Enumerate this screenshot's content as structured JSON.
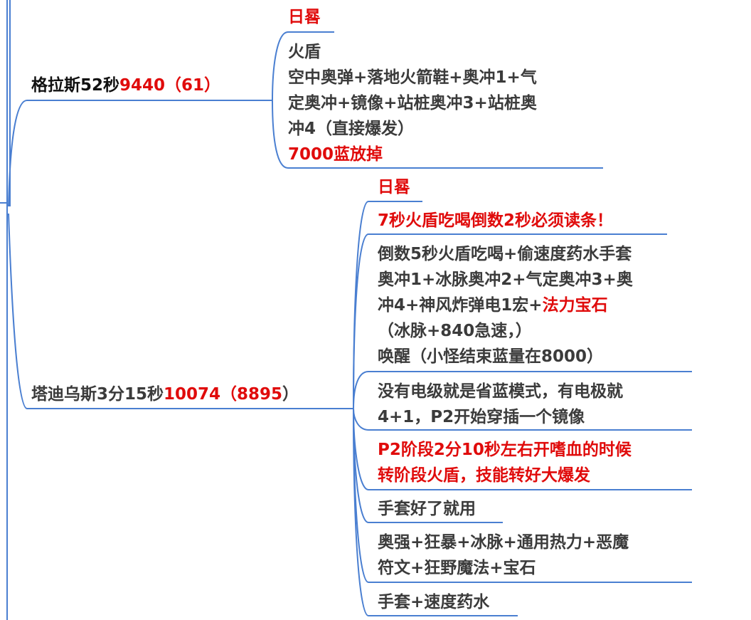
{
  "mindmap": {
    "line_color": "#4a7fd1",
    "text_color": "#3b3b3b",
    "highlight_color": "#e00b0b",
    "topics": [
      {
        "name_prefix": "格拉斯52秒",
        "name_highlight": "9440（61）",
        "name_suffix": "",
        "children": [
          {
            "lines": [
              {
                "segments": [
                  {
                    "text": "日晷",
                    "color": "red"
                  }
                ]
              }
            ]
          },
          {
            "lines": [
              {
                "segments": [
                  {
                    "text": "火盾",
                    "color": "dark"
                  }
                ]
              },
              {
                "segments": [
                  {
                    "text": "空中奥弹+落地火箭鞋+奥冲1+气",
                    "color": "dark"
                  }
                ]
              },
              {
                "segments": [
                  {
                    "text": "定奥冲+镜像+站桩奥冲3+站桩奥",
                    "color": "dark"
                  }
                ]
              },
              {
                "segments": [
                  {
                    "text": "冲4（直接爆发）",
                    "color": "dark"
                  }
                ]
              },
              {
                "segments": [
                  {
                    "text": "7000蓝放掉",
                    "color": "red"
                  }
                ]
              }
            ]
          }
        ]
      },
      {
        "name_prefix": "塔迪乌斯3分15秒",
        "name_highlight": "10074（8895",
        "name_suffix": "）",
        "children": [
          {
            "lines": [
              {
                "segments": [
                  {
                    "text": "日晷",
                    "color": "red"
                  }
                ]
              }
            ]
          },
          {
            "lines": [
              {
                "segments": [
                  {
                    "text": "7秒火盾吃喝倒数2秒必须读条！",
                    "color": "red"
                  }
                ]
              }
            ]
          },
          {
            "lines": [
              {
                "segments": [
                  {
                    "text": "倒数5秒火盾吃喝+偷速度药水手套",
                    "color": "dark"
                  }
                ]
              },
              {
                "segments": [
                  {
                    "text": "奥冲1+冰脉奥冲2+气定奥冲3+奥",
                    "color": "dark"
                  }
                ]
              },
              {
                "segments": [
                  {
                    "text": "冲4+神风炸弹电1宏+",
                    "color": "dark"
                  },
                  {
                    "text": "法力宝石",
                    "color": "red"
                  }
                ]
              },
              {
                "segments": [
                  {
                    "text": "（冰脉+840急速，）",
                    "color": "dark"
                  }
                ]
              },
              {
                "segments": [
                  {
                    "text": "唤醒（小怪结束蓝量在8000）",
                    "color": "dark"
                  }
                ]
              }
            ]
          },
          {
            "lines": [
              {
                "segments": [
                  {
                    "text": "没有电级就是省蓝模式，有电极就",
                    "color": "dark"
                  }
                ]
              },
              {
                "segments": [
                  {
                    "text": "4+1，P2开始穿插一个镜像",
                    "color": "dark"
                  }
                ]
              }
            ]
          },
          {
            "lines": [
              {
                "segments": [
                  {
                    "text": "P2阶段2分10秒左右开嗜血的时候",
                    "color": "red"
                  }
                ]
              },
              {
                "segments": [
                  {
                    "text": "转阶段火盾，技能转好大爆发",
                    "color": "red"
                  }
                ]
              }
            ]
          },
          {
            "lines": [
              {
                "segments": [
                  {
                    "text": "手套好了就用",
                    "color": "dark"
                  }
                ]
              }
            ]
          },
          {
            "lines": [
              {
                "segments": [
                  {
                    "text": "奥强+狂暴+冰脉+通用热力+恶魔",
                    "color": "dark"
                  }
                ]
              },
              {
                "segments": [
                  {
                    "text": "符文+狂野魔法+宝石",
                    "color": "dark"
                  }
                ]
              }
            ]
          },
          {
            "lines": [
              {
                "segments": [
                  {
                    "text": "手套+速度药水",
                    "color": "dark"
                  }
                ]
              }
            ]
          }
        ]
      }
    ]
  }
}
